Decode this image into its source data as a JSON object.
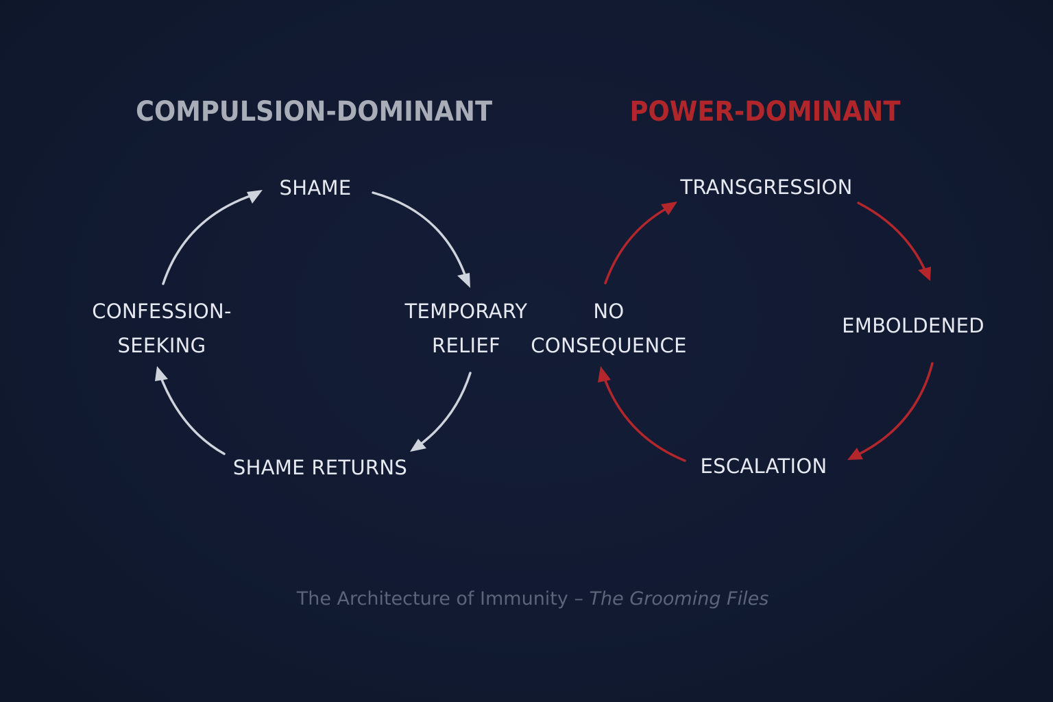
{
  "colors": {
    "background": "#121a30",
    "left_heading": "#a9adb8",
    "right_heading": "#b0262b",
    "node_text": "#e6e9f0",
    "left_arrow": "#cfd3dc",
    "right_arrow": "#b3262b",
    "footer_text": "#5d6479"
  },
  "left_cycle": {
    "heading": "COMPULSION-DOMINANT",
    "nodes": {
      "shame": [
        "SHAME"
      ],
      "temporary_relief": [
        "TEMPORARY",
        "RELIEF"
      ],
      "shame_returns": [
        "SHAME RETURNS"
      ],
      "confession_seeking": [
        "CONFESSION-",
        "SEEKING"
      ]
    }
  },
  "right_cycle": {
    "heading": "POWER-DOMINANT",
    "nodes": {
      "transgression": [
        "TRANSGRESSION"
      ],
      "emboldened": [
        "EMBOLDENED"
      ],
      "escalation": [
        "ESCALATION"
      ],
      "no_consequence": [
        "NO",
        "CONSEQUENCE"
      ]
    }
  },
  "footer": {
    "title": "The Architecture of Immunity",
    "separator": " – ",
    "source": "The Grooming Files"
  }
}
